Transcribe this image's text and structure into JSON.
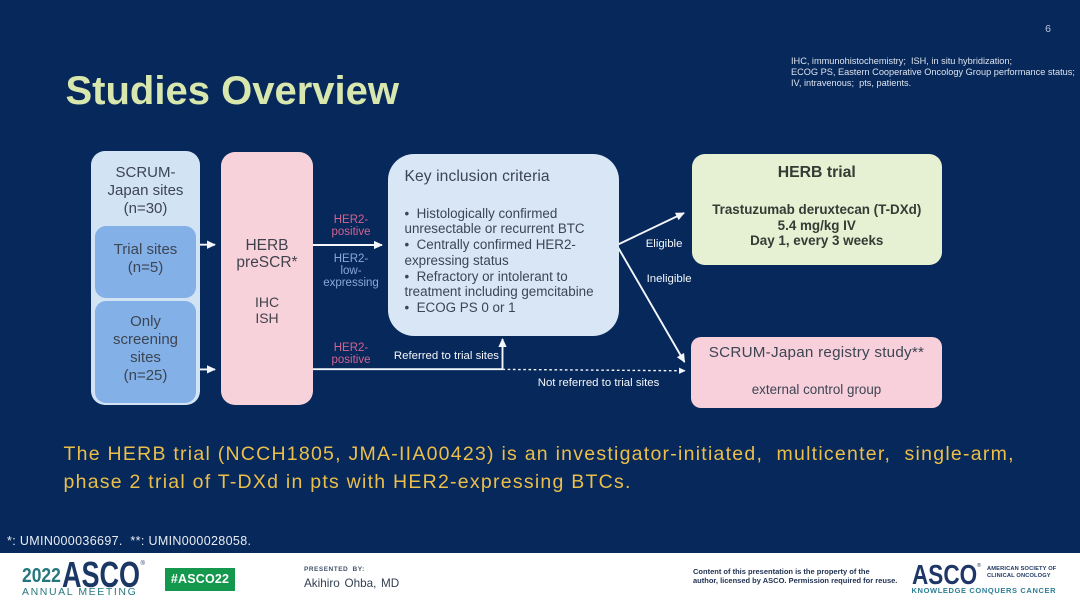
{
  "slide": {
    "page_number": "6",
    "title": "Studies Overview",
    "abbreviations": {
      "line1": "IHC, immunohistochemistry;  ISH, in situ hybridization;",
      "line2": "ECOG PS, Eastern Cooperative Oncology Group performance status;",
      "line3": "IV, intravenous;  pts, patients."
    },
    "diagram": {
      "scrum_sites_box": {
        "line1": "SCRUM-",
        "line2": "Japan sites",
        "line3": "(n=30)"
      },
      "trial_sites_box": {
        "line1": "Trial sites",
        "line2": "(n=5)"
      },
      "screening_sites_box": {
        "line1": "Only",
        "line2": "screening",
        "line3": "sites",
        "line4": "(n=25)"
      },
      "prescr_box": {
        "name_line1": "HERB",
        "name_line2": "preSCR*",
        "method_line1": "IHC",
        "method_line2": "ISH"
      },
      "key_criteria_box": {
        "title": "Key inclusion criteria",
        "line1": "•  Histologically confirmed",
        "line2": "unresectable or recurrent BTC",
        "line3": "•  Centrally confirmed HER2-",
        "line4": "expressing status",
        "line5": "•  Refractory or intolerant to",
        "line6": "treatment including gemcitabine",
        "line7": "•  ECOG PS 0 or 1"
      },
      "herb_trial_box": {
        "title": "HERB trial",
        "line1": "Trastuzumab deruxtecan (T-DXd)",
        "line2": "5.4 mg/kg IV",
        "line3": "Day 1, every 3 weeks"
      },
      "registry_box": {
        "title": "SCRUM-Japan registry study**",
        "subtitle": "external control group"
      },
      "labels": {
        "her2_positive_top_line1": "HER2-",
        "her2_positive_top_line2": "positive",
        "her2_low_line1": "HER2-",
        "her2_low_line2": "low-",
        "her2_low_line3": "expressing",
        "her2_positive_bottom_line1": "HER2-",
        "her2_positive_bottom_line2": "positive",
        "referred": "Referred to trial sites",
        "not_referred": "Not referred to trial sites",
        "eligible": "Eligible",
        "ineligible": "Ineligible"
      }
    },
    "summary": {
      "line1": "The HERB trial (NCCH1805, JMA-IIA00423) is an investigator-initiated,  multicenter,  single-arm,",
      "line2": "phase 2 trial of T-DXd in pts with HER2-expressing BTCs."
    },
    "footnote": "*: UMIN000036697.  **: UMIN000028058.",
    "colors": {
      "background_navy": "#07285a",
      "title_green": "#d8e7ad",
      "light_blue_box": "#d2e3f4",
      "medium_blue_box": "#82b0e7",
      "pink_box": "#f8d2db",
      "green_box": "#e6f0d2",
      "summary_yellow": "#ebbf4a",
      "her2_positive_pink": "#d4638f",
      "her2_low_blue": "#8ba8d6",
      "arrow_white": "#f4f7fb"
    }
  },
  "footer": {
    "year": "2022",
    "asco_wordmark": "ASCO",
    "registered_mark": "®",
    "meeting": "ANNUAL MEETING",
    "hashtag": "#ASCO22",
    "presented_by_label": "PRESENTED BY:",
    "presenter": "Akihiro Ohba, MD",
    "disclaimer_line1": "Content of this presentation is the property of the",
    "disclaimer_line2": "author, licensed by ASCO. Permission required for reuse.",
    "logo": {
      "wordmark": "ASCO",
      "registered_mark": "®",
      "society_line1": "AMERICAN SOCIETY OF",
      "society_line2": "CLINICAL ONCOLOGY",
      "tagline": "KNOWLEDGE CONQUERS CANCER"
    },
    "colors": {
      "teal": "#26777d",
      "navy": "#1b3864",
      "badge_green": "#13984e",
      "tagline_teal": "#2d7f95"
    }
  }
}
